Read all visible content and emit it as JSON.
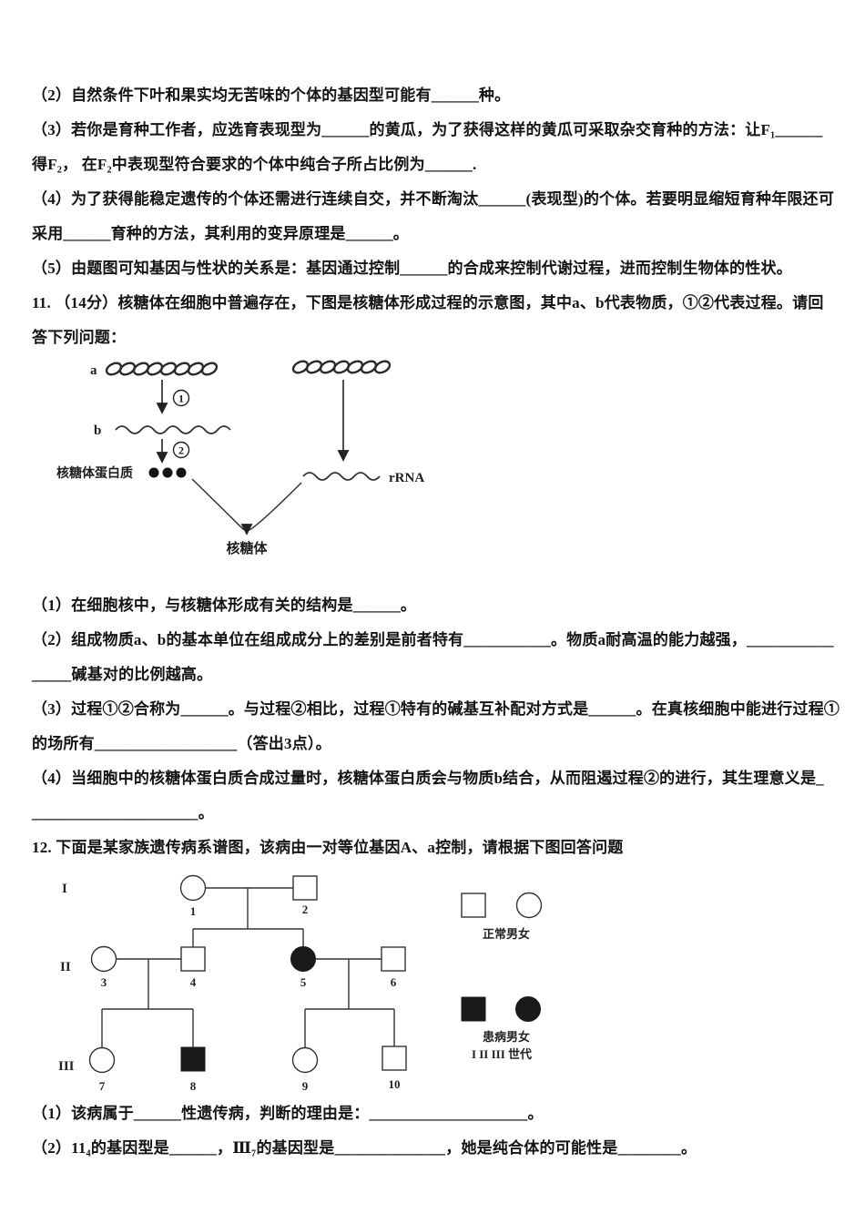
{
  "colors": {
    "ink": "#1c1c1c",
    "paper": "#ffffff"
  },
  "lines": [
    "（2）自然条件下叶和果实均无苦味的个体的基因型可能有______种。",
    "（3）若你是育种工作者，应选育表现型为______的黄瓜，为了获得这样的黄瓜可采取杂交育种的方法：让F₁______",
    "得F₂， 在F₂中表现型符合要求的个体中纯合子所占比例为______.",
    "（4）为了获得能稳定遗传的个体还需进行连续自交，并不断淘汰______(表现型)的个体。若要明显缩短育种年限还可",
    "采用______育种的方法，其利用的变异原理是______。",
    "（5）由题图可知基因与性状的关系是：基因通过控制______的合成来控制代谢过程，进而控制生物体的性状。",
    "11. （14分）核糖体在细胞中普遍存在，下图是核糖体形成过程的示意图，其中a、b代表物质，①②代表过程。请回",
    "答下列问题：",
    "（1）在细胞核中，与核糖体形成有关的结构是______。",
    "（2）组成物质a、b的基本单位在组成成分上的差别是前者特有___________。物质a耐高温的能力越强，___________",
    "_____碱基对的比例越高。",
    "（3）过程①②合称为______。与过程②相比，过程①特有的碱基互补配对方式是______。在真核细胞中能进行过程①",
    "的场所有__________________（答出3点）。",
    "（4）当细胞中的核糖体蛋白质合成过量时，核糖体蛋白质会与物质b结合，从而阻遏过程②的进行，其生理意义是_",
    "_____________________。",
    "12. 下面是某家族遗传病系谱图，该病由一对等位基因A、a控制，请根据下图回答问题",
    "（1）该病属于______性遗传病，判断的理由是：____________________。",
    "（2）11₄的基因型是______，Ⅲ₇的基因型是______________，她是纯合体的可能性是________。"
  ],
  "ribosome_diagram": {
    "label_a": "a",
    "label_b": "b",
    "process_1": "1",
    "process_2": "2",
    "ribosome_protein_label": "核糖体蛋白质",
    "rrna_label": "rRNA",
    "ribosome_label": "核糖体"
  },
  "pedigree": {
    "generation_labels": [
      "I",
      "II",
      "III"
    ],
    "members": [
      {
        "label": "1",
        "sex": "female",
        "affected": false
      },
      {
        "label": "2",
        "sex": "male",
        "affected": false
      },
      {
        "label": "3",
        "sex": "female",
        "affected": false
      },
      {
        "label": "4",
        "sex": "male",
        "affected": false
      },
      {
        "label": "5",
        "sex": "female",
        "affected": true
      },
      {
        "label": "6",
        "sex": "male",
        "affected": false
      },
      {
        "label": "7",
        "sex": "female",
        "affected": false
      },
      {
        "label": "8",
        "sex": "male",
        "affected": true
      },
      {
        "label": "9",
        "sex": "female",
        "affected": false
      },
      {
        "label": "10",
        "sex": "male",
        "affected": false
      }
    ],
    "legend": {
      "normal_label": "正常男女",
      "affected_label": "患病男女",
      "generation_caption": "I II III 世代"
    }
  }
}
